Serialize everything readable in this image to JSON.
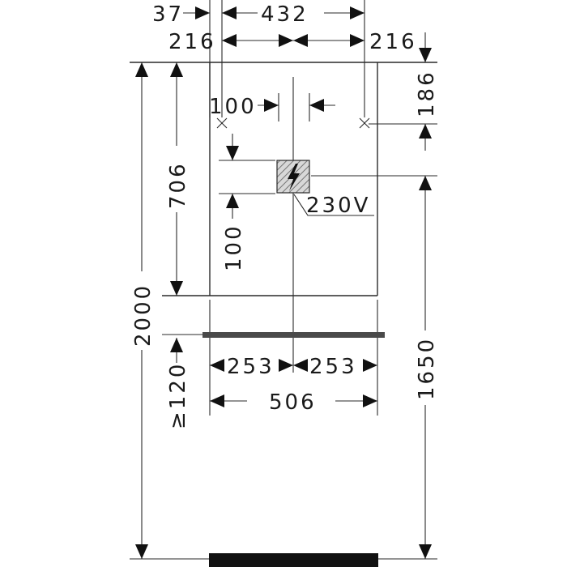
{
  "drawing": {
    "dimensions": {
      "offset_37": "37",
      "width_432": "432",
      "left_216": "216",
      "right_216": "216",
      "top_186": "186",
      "h_100": "100",
      "v_706": "706",
      "v_100": "100",
      "total_2000": "2000",
      "min_120": "≥120",
      "height_1650": "1650",
      "left_253": "253",
      "right_253": "253",
      "width_506": "506"
    },
    "voltage_label": "230V",
    "icons": {
      "electrical": "lightning-bolt-icon",
      "mount_point": "cross-marker-icon"
    },
    "colors": {
      "line": "#2a2a2a",
      "shelf": "#4a4a4a",
      "floor": "#111111",
      "hatch": "#777777"
    }
  }
}
